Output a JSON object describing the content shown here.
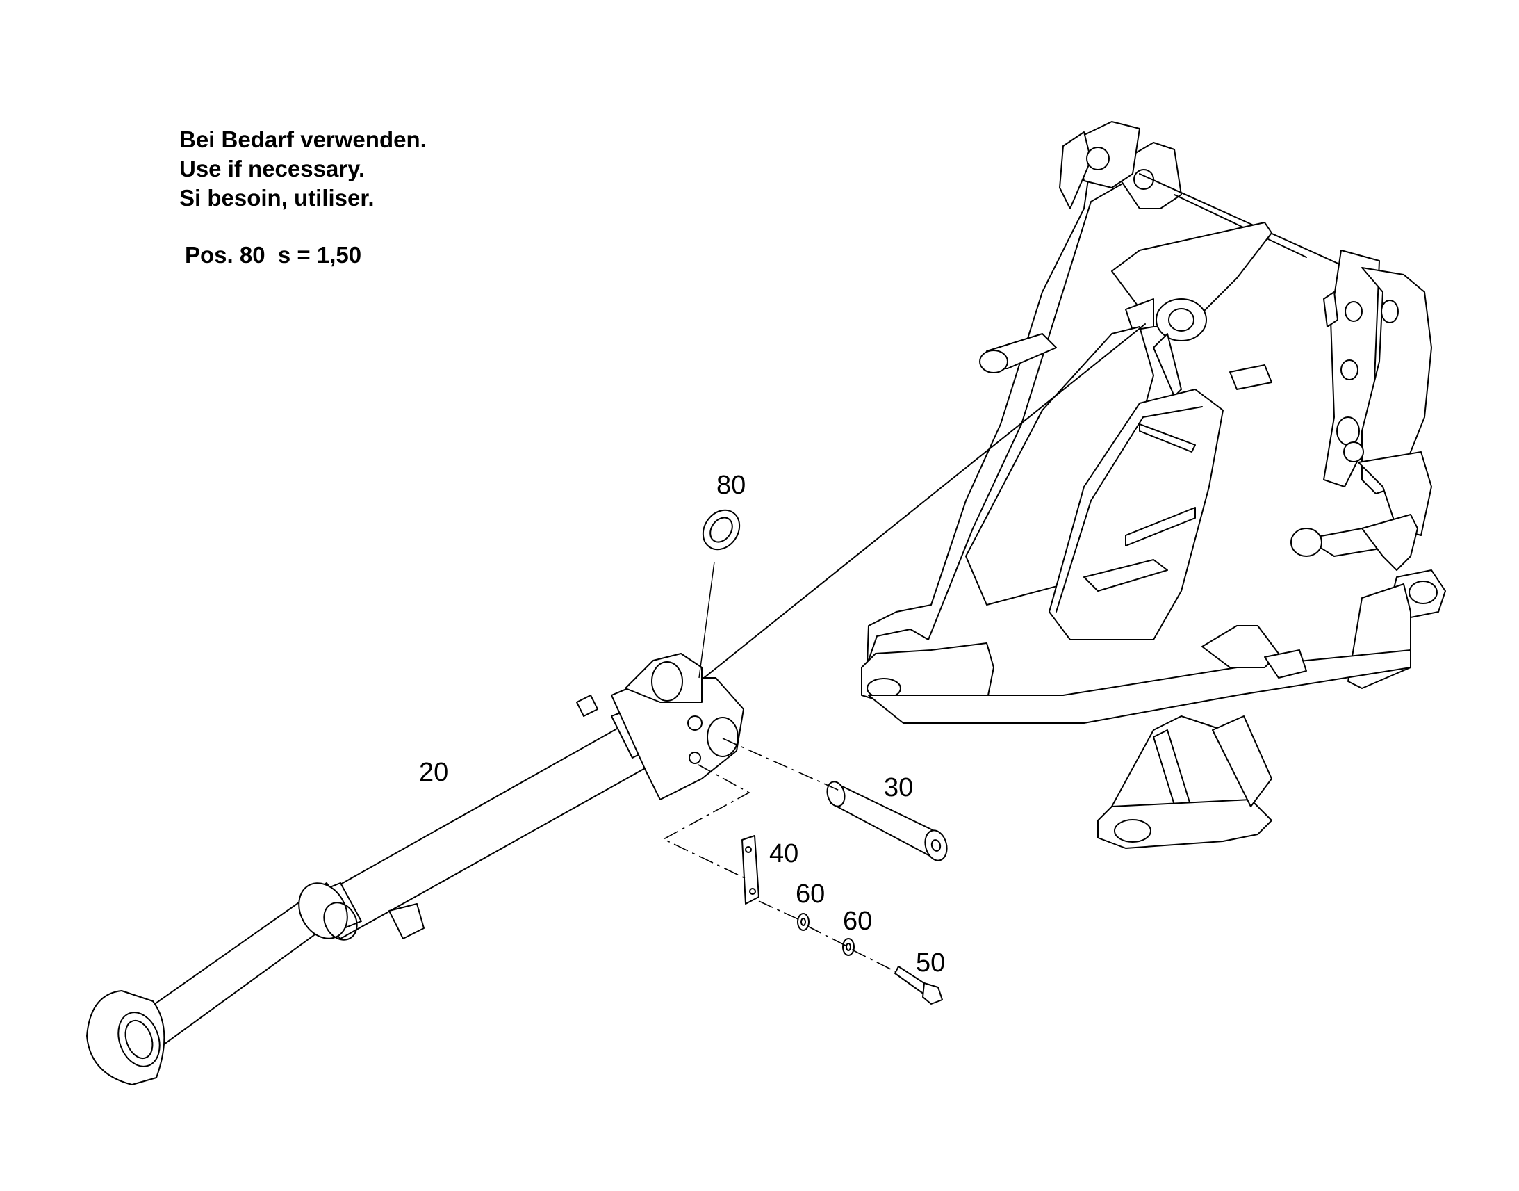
{
  "notes": {
    "line1": "Bei Bedarf verwenden.",
    "line2": "Use if necessary.",
    "line3": "Si besoin, utiliser.",
    "pos_note": "Pos. 80  s = 1,50"
  },
  "callouts": {
    "p20": "20",
    "p30": "30",
    "p40": "40",
    "p50": "50",
    "p60a": "60",
    "p60b": "60",
    "p80": "80"
  }
}
